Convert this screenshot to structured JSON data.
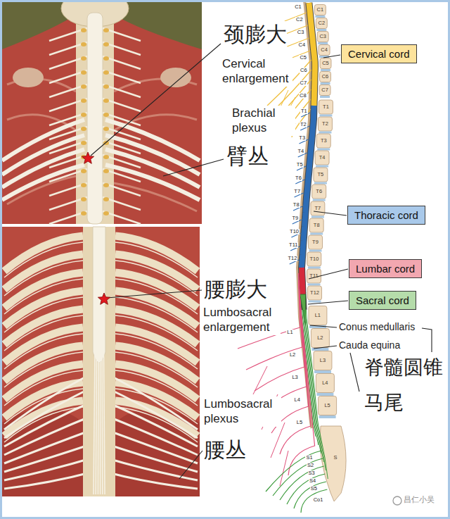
{
  "diagram": {
    "nodes": [
      {
        "text": [
          "Cervical cord"
        ]
      },
      {
        "text": [
          "Thoracic cord"
        ]
      },
      {
        "text": [
          "Lumbar cord"
        ]
      },
      {
        "text": [
          "Sacral cord"
        ]
      }
    ],
    "labels": [
      "颈膨大",
      "Cervical enlargement",
      "Brachial plexus",
      "臂丛",
      "腰膨大",
      "Lumbosacral enlargement",
      "Lumbosacral plexus",
      "腰丛",
      "Conus medullaris",
      "Cauda equina",
      "脊髓圆锥",
      "马尾",
      "昌仁小吴",
      "C1",
      "C2",
      "C3",
      "C4",
      "C5",
      "C6",
      "C7",
      "C8",
      "T1",
      "T2",
      "T3",
      "T4",
      "T5",
      "T6",
      "T7",
      "T8",
      "T9",
      "T10",
      "T11",
      "T12",
      "L1",
      "L2",
      "L3",
      "L4",
      "L5",
      "S1",
      "S2",
      "S3",
      "S4",
      "S5",
      "Co1",
      "C1",
      "C2",
      "C3",
      "C4",
      "C5",
      "C6",
      "C7",
      "T1",
      "T2",
      "T3",
      "T4",
      "T5",
      "T6",
      "T7",
      "T8",
      "T9",
      "T10",
      "T11",
      "T12",
      "L1",
      "L2",
      "L3",
      "L4",
      "L5",
      "S"
    ]
  }
}
